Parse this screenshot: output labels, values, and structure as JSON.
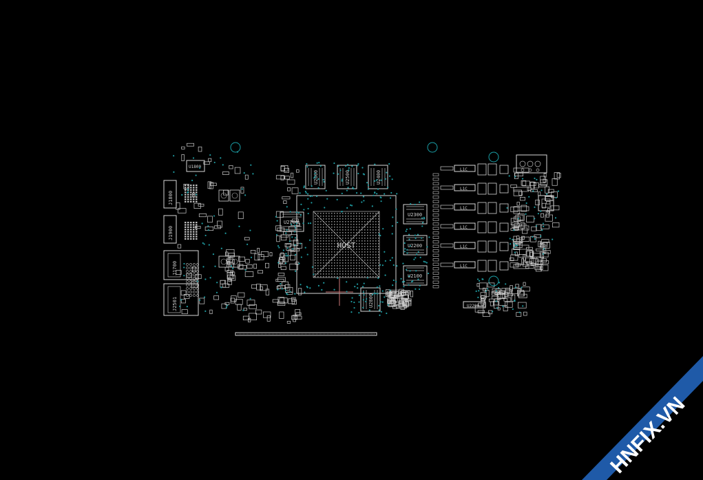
{
  "board": {
    "gpu_label": "HOST",
    "memory_chips": [
      "U2600",
      "U2500",
      "U2400",
      "U2300",
      "U2200",
      "U2100"
    ],
    "chip_left_label": "U2700",
    "chip_bottom_label": "U2800",
    "connectors": [
      "J1800",
      "J1900",
      "J1700",
      "J2501"
    ],
    "vrm_labels": [
      "L1C",
      "L1C",
      "L1C",
      "L1C",
      "L1C",
      "L1C"
    ],
    "misc_label_top": "U1800",
    "misc_label_bottom": "U2200"
  },
  "watermark": {
    "text": "HNFIX.VN",
    "band_color": "#1f5aa8",
    "accent_color": "#e52b2b"
  },
  "colors": {
    "background": "#000000",
    "outline": "#d9d9d9",
    "via": "#1f9aa0"
  }
}
